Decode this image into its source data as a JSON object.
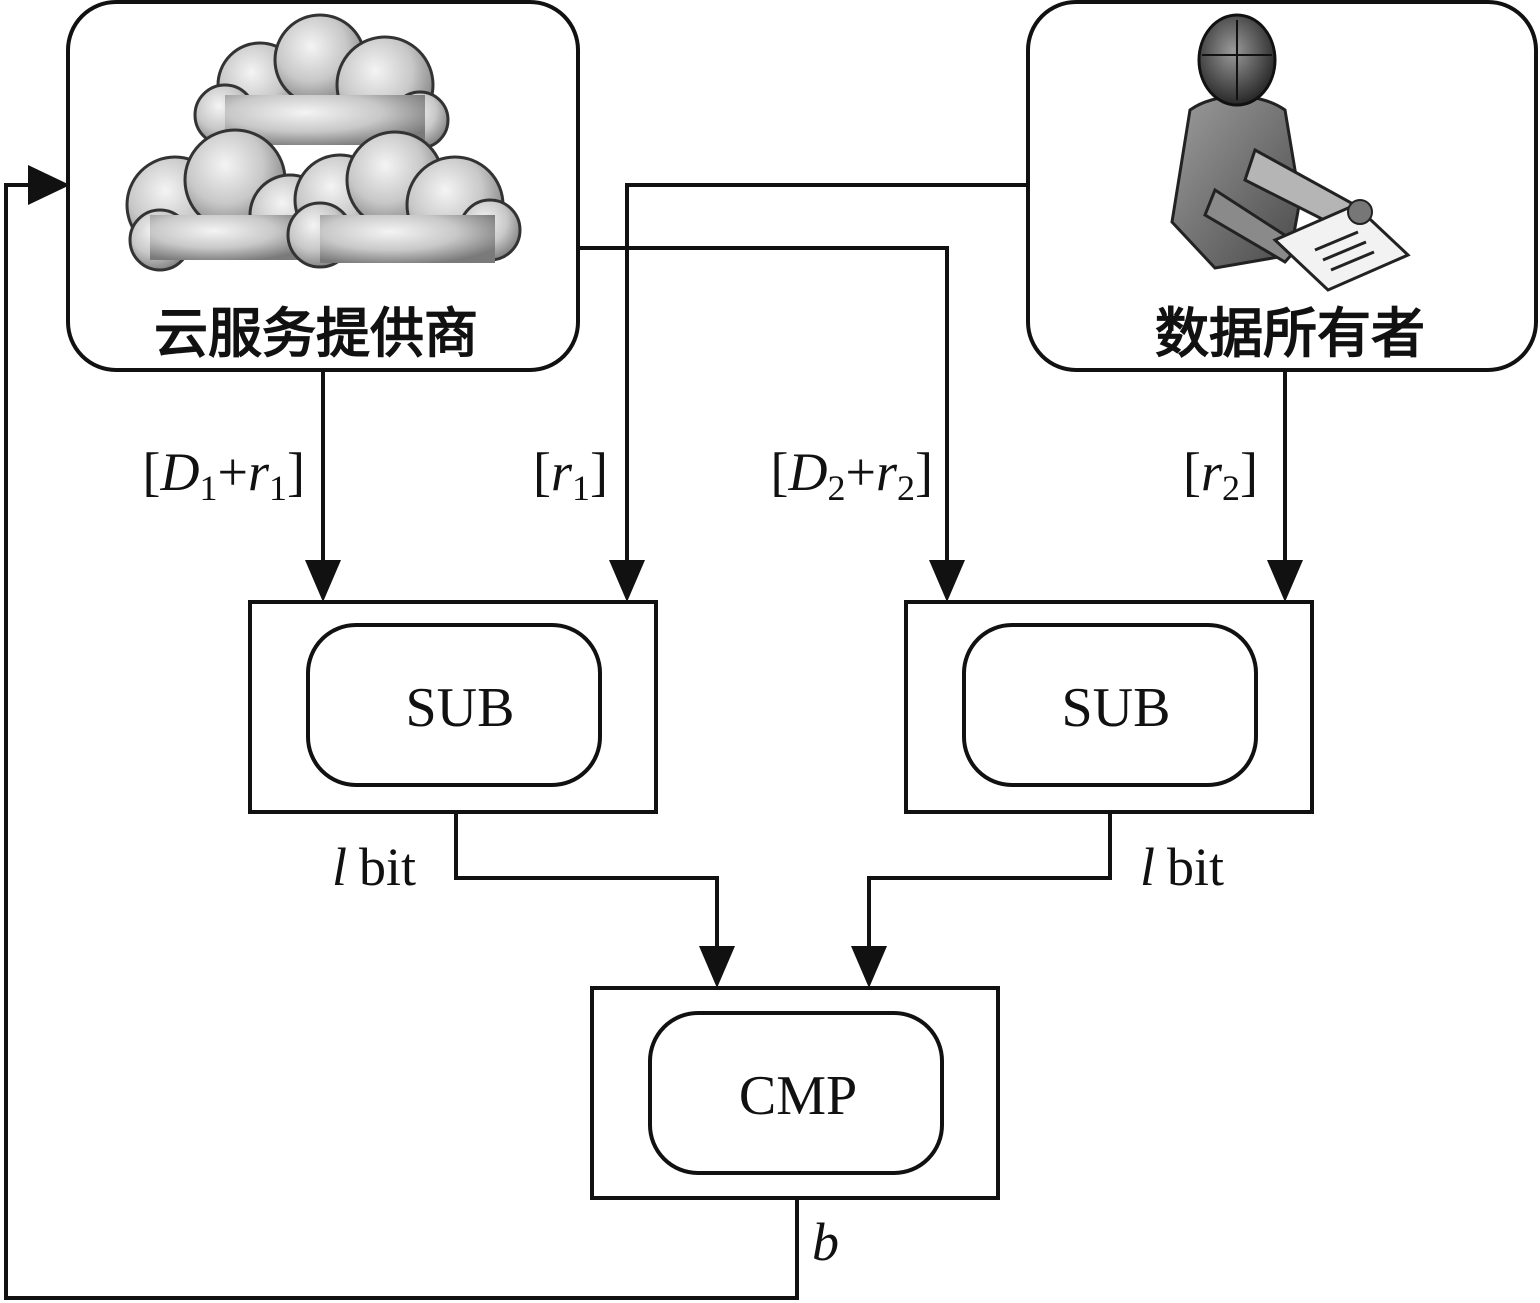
{
  "nodes": {
    "cloud_provider": {
      "label": "云服务提供商",
      "icon": "cloud-icon"
    },
    "data_owner": {
      "label": "数据所有者",
      "icon": "person-document-icon"
    },
    "sub_left": {
      "label": "SUB"
    },
    "sub_right": {
      "label": "SUB"
    },
    "cmp": {
      "label": "CMP"
    }
  },
  "edges": {
    "d1_r1": {
      "open": "[",
      "var": "D",
      "sub": "1",
      "op": "+",
      "var2": "r",
      "sub2": "1",
      "close": "]"
    },
    "r1": {
      "open": "[",
      "var": "r",
      "sub": "1",
      "close": "]"
    },
    "d2_r2": {
      "open": "[",
      "var": "D",
      "sub": "2",
      "op": "+",
      "var2": "r",
      "sub2": "2",
      "close": "]"
    },
    "r2": {
      "open": "[",
      "var": "r",
      "sub": "2",
      "close": "]"
    },
    "left_bits": {
      "var": "l",
      "unit": "bit"
    },
    "right_bits": {
      "var": "l",
      "unit": "bit"
    },
    "result": {
      "var": "b"
    }
  },
  "colors": {
    "stroke": "#111111",
    "background": "#ffffff"
  }
}
